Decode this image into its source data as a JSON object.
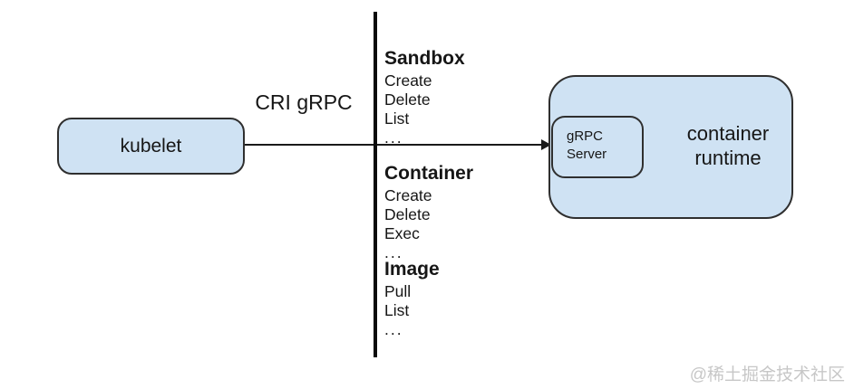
{
  "diagram": {
    "subject": "Kubernetes CRI (Container Runtime Interface) architecture"
  },
  "nodes": {
    "kubelet": {
      "label": "kubelet"
    },
    "container_runtime": {
      "label_line1": "container",
      "label_line2": "runtime"
    },
    "grpc_server": {
      "label_line1": "gRPC",
      "label_line2": "Server"
    }
  },
  "arrow": {
    "label": "CRI gRPC"
  },
  "api_groups": [
    {
      "header": "Sandbox",
      "items": [
        "Create",
        "Delete",
        "List"
      ],
      "ellipsis": "..."
    },
    {
      "header": "Container",
      "items": [
        "Create",
        "Delete",
        "Exec"
      ],
      "ellipsis": "..."
    },
    {
      "header": "Image",
      "items": [
        "Pull",
        "List"
      ],
      "ellipsis": "..."
    }
  ],
  "watermark": "@稀土掘金技术社区",
  "colors": {
    "node_fill": "#cfe2f3",
    "node_border": "#2f2f2f",
    "line": "#0b0b0b",
    "text": "#161616",
    "watermark": "#c7c7c7"
  }
}
